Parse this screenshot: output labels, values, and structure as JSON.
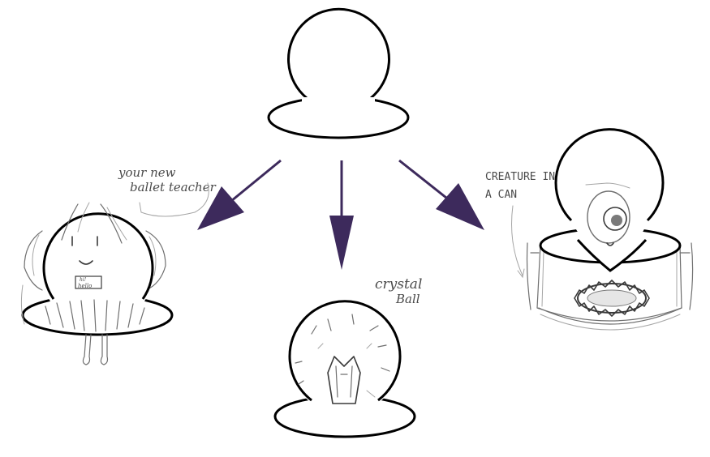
{
  "colors": {
    "arrow": "#3d2a5c",
    "outline": "#000000",
    "pencil": "#6f6f6f"
  },
  "annotations": {
    "teacher_note_line1": "your new",
    "teacher_note_line2": "ballet teacher",
    "crystal_line1": "crystal",
    "crystal_line2": "Ball",
    "can_line1": "CREATURE IN",
    "can_line2": "A CAN",
    "badge_line1": "hi!",
    "badge_line2": "hello"
  },
  "icons": {
    "source_shape": "blob-on-base-icon",
    "variant_left": "ballet-teacher-sketch",
    "variant_middle": "crystal-ball-sketch",
    "variant_right": "creature-in-a-can-sketch"
  }
}
